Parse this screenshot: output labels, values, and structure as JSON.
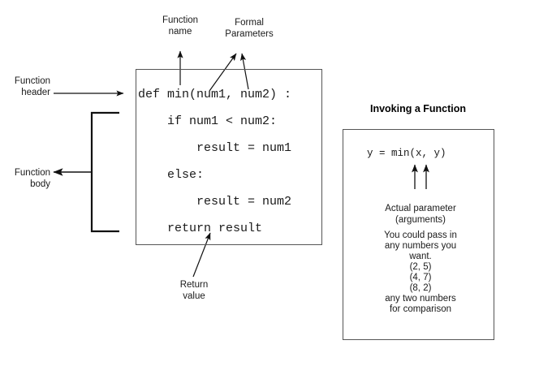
{
  "diagram": {
    "title_hidden": "Python function definition and invocation diagram",
    "function_def": {
      "box_label": "function-definition-box",
      "lines": [
        "def min(num1, num2) :",
        "    if num1 < num2:",
        "        result = num1",
        "    else:",
        "        result = num2",
        "    return result"
      ]
    },
    "annotations": {
      "function_name": "Function\nname",
      "formal_parameters": "Formal\nParameters",
      "function_header": "Function\nheader",
      "function_body": "Function\nbody",
      "return_value": "Return\nvalue"
    },
    "invoking": {
      "heading": "Invoking a Function",
      "call_expression": "y = min(x, y)",
      "actual_parameter_label": "Actual parameter\n(arguments)",
      "note_lines": [
        "You could pass in",
        "any numbers you",
        "want.",
        "(2, 5)",
        "(4, 7)",
        "(8, 2)",
        "any two numbers",
        "for comparison"
      ]
    },
    "colors": {
      "background": "#ffffff",
      "text": "#1a1a1a",
      "stroke": "#555555",
      "arrow": "#111111"
    }
  }
}
